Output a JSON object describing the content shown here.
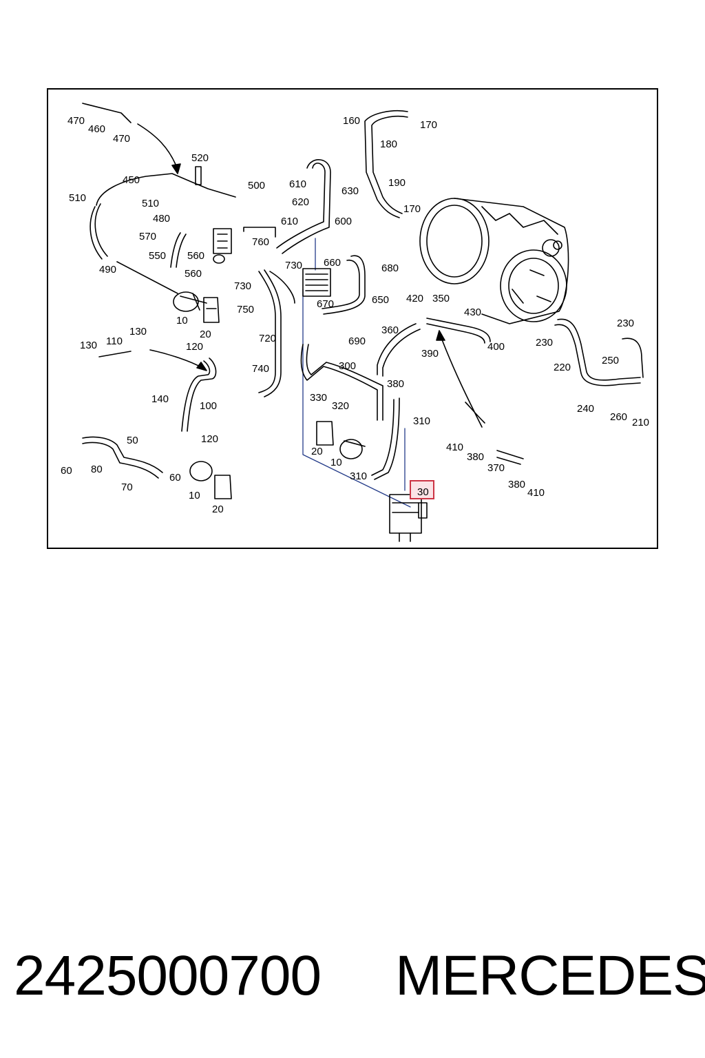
{
  "footer": {
    "part_number": "2425000700",
    "brand": "MERCEDES"
  },
  "diagram": {
    "highlight_color": "#cc3344",
    "highlighted_label": "30",
    "labels": [
      "470",
      "460",
      "470",
      "520",
      "450",
      "510",
      "500",
      "510",
      "480",
      "570",
      "550",
      "560",
      "560",
      "490",
      "10",
      "20",
      "160",
      "170",
      "180",
      "190",
      "170",
      "610",
      "630",
      "620",
      "610",
      "600",
      "760",
      "730",
      "660",
      "680",
      "730",
      "670",
      "750",
      "650",
      "720",
      "690",
      "420",
      "350",
      "430",
      "360",
      "400",
      "230",
      "230",
      "390",
      "220",
      "250",
      "240",
      "260",
      "210",
      "130",
      "110",
      "130",
      "120",
      "140",
      "100",
      "740",
      "300",
      "330",
      "320",
      "380",
      "310",
      "20",
      "10",
      "310",
      "30",
      "410",
      "380",
      "370",
      "380",
      "410",
      "50",
      "120",
      "60",
      "80",
      "60",
      "70",
      "10",
      "20"
    ]
  }
}
